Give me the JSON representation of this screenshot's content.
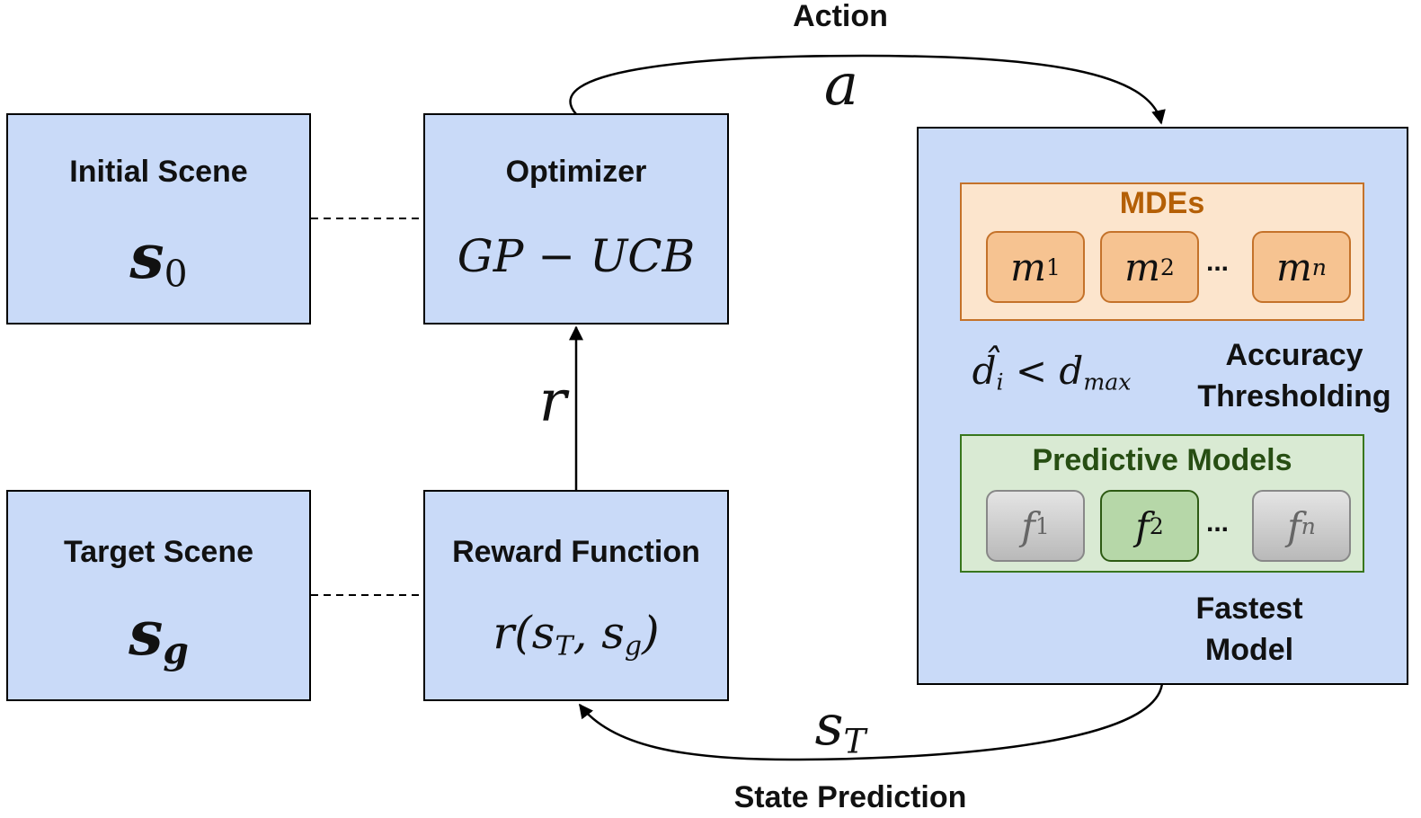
{
  "initial_scene": {
    "title": "Initial Scene",
    "symbol": "s",
    "sub": "0"
  },
  "target_scene": {
    "title": "Target Scene",
    "symbol": "s",
    "sub": "g"
  },
  "optimizer": {
    "title": "Optimizer",
    "formula": "GP − UCB"
  },
  "reward": {
    "title": "Reward Function",
    "formula_prefix": "r(s",
    "sub1": "T",
    "mid": ", s",
    "sub2": "g",
    "suffix": ")"
  },
  "arrows": {
    "action_label": "Action",
    "action_symbol": "a",
    "reward_symbol": "r",
    "state_label": "State Prediction",
    "state_symbol": "s",
    "state_sub": "T"
  },
  "panel": {
    "mdes_title": "MDEs",
    "mdes": [
      {
        "sym": "m",
        "sub": "1"
      },
      {
        "sym": "m",
        "sub": "2"
      },
      {
        "sym": "m",
        "sub": "n"
      }
    ],
    "ellipsis": "...",
    "threshold_formula": {
      "hat": "d̂",
      "sub_i": "i",
      "lt": " < d",
      "sub_max": "max"
    },
    "accuracy_label_1": "Accuracy",
    "accuracy_label_2": "Thresholding",
    "predictive_title": "Predictive Models",
    "models": [
      {
        "sym": "f",
        "sub": "1",
        "selected": false
      },
      {
        "sym": "f",
        "sub": "2",
        "selected": true
      },
      {
        "sym": "f",
        "sub": "n",
        "selected": false
      }
    ],
    "fastest_label_1": "Fastest",
    "fastest_label_2": "Model"
  },
  "colors": {
    "box_fill": "#c9daf8",
    "mdes_fill": "#fce5cd",
    "mdes_border": "#c4722a",
    "mdes_title": "#b45f06",
    "predictive_fill": "#d9ead3",
    "predictive_border": "#38761d",
    "predictive_title": "#274e13"
  }
}
